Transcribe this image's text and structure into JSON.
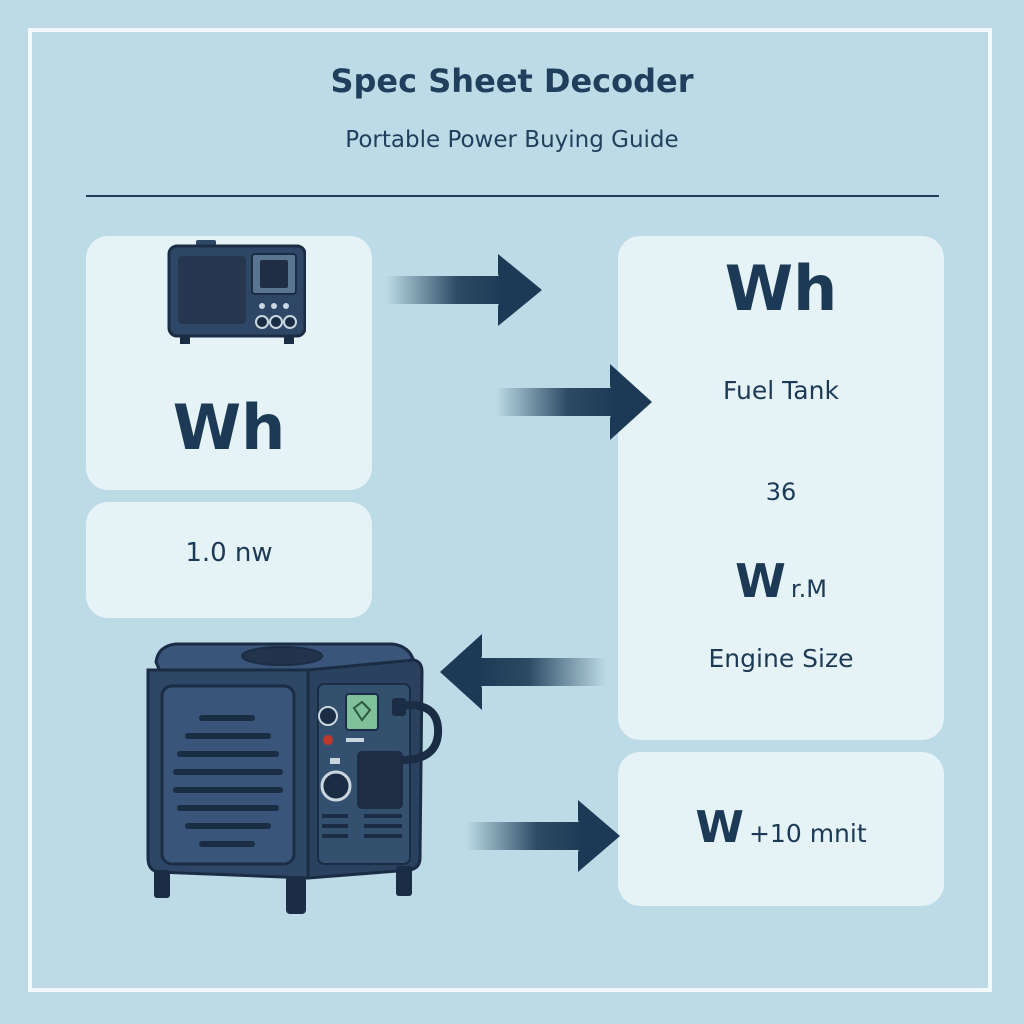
{
  "header": {
    "title": "Spec Sheet Decoder",
    "subtitle": "Portable Power Buying Guide"
  },
  "left": {
    "station_card_label": "Wh",
    "rating_card_label": "1.0 nw"
  },
  "right": {
    "main_card": {
      "heading": "Wh",
      "item_fuel": "Fuel Tank",
      "item_number": "36",
      "item_w_big": "W",
      "item_w_suffix": "r.M",
      "item_engine": "Engine Size"
    },
    "bottom_card": {
      "w_big": "W",
      "w_suffix": "+10 mnit"
    }
  },
  "colors": {
    "background": "#bcdbe6",
    "card": "#eef6f9",
    "ink": "#1c3a55",
    "device": "#2f4766",
    "display": "#7fbf9a"
  },
  "icons": [
    "power-station-icon",
    "generator-icon",
    "arrow-right-icon",
    "arrow-left-icon"
  ]
}
